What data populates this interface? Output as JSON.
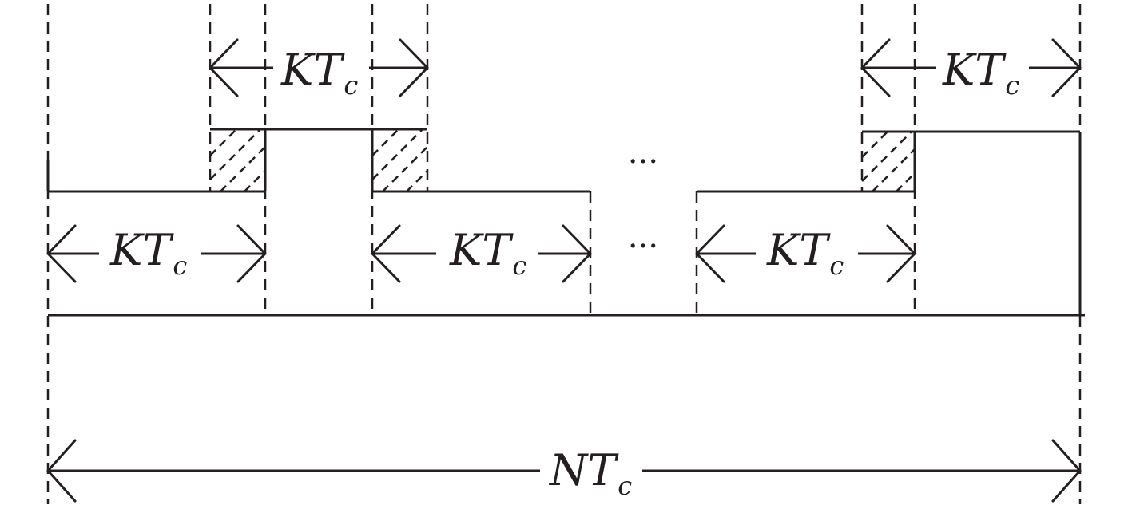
{
  "labels": {
    "k": "KT",
    "n": "NT",
    "sub": "c",
    "ellipsis": "···"
  }
}
